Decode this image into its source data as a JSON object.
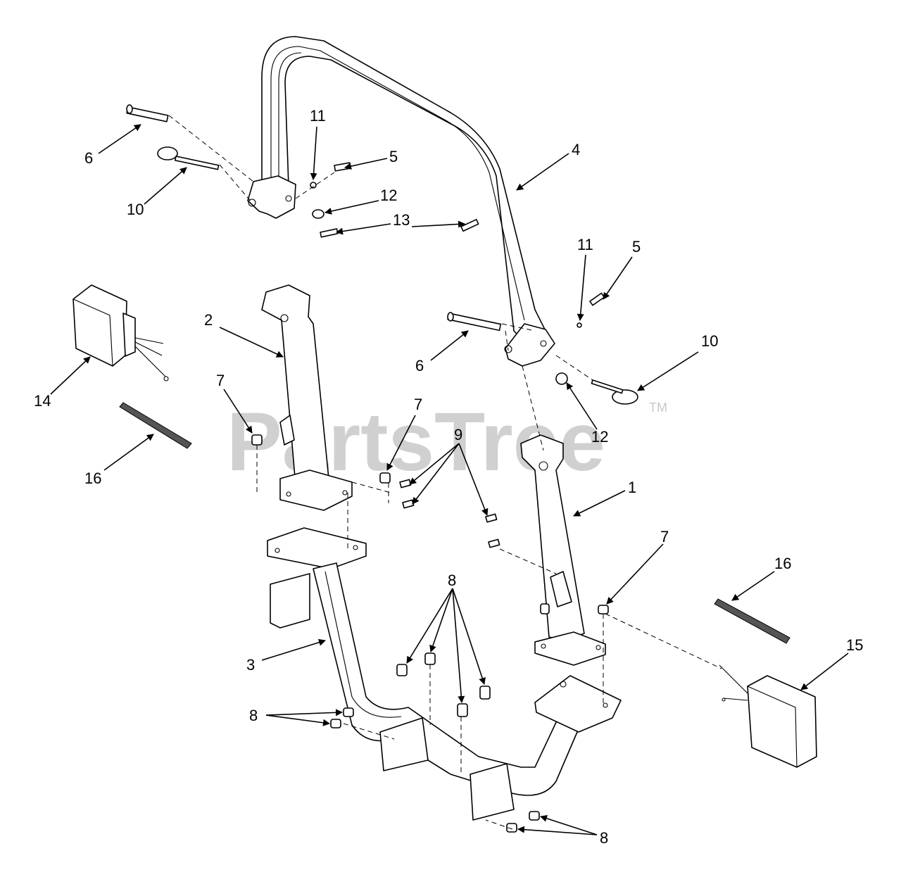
{
  "diagram": {
    "watermark": {
      "text": "PartsTree",
      "trademark": "TM"
    },
    "callouts": [
      {
        "id": "c1",
        "label": "1"
      },
      {
        "id": "c2",
        "label": "2"
      },
      {
        "id": "c3",
        "label": "3"
      },
      {
        "id": "c4",
        "label": "4"
      },
      {
        "id": "c5a",
        "label": "5"
      },
      {
        "id": "c5b",
        "label": "5"
      },
      {
        "id": "c6a",
        "label": "6"
      },
      {
        "id": "c6b",
        "label": "6"
      },
      {
        "id": "c7a",
        "label": "7"
      },
      {
        "id": "c7b",
        "label": "7"
      },
      {
        "id": "c7c",
        "label": "7"
      },
      {
        "id": "c8a",
        "label": "8"
      },
      {
        "id": "c8b",
        "label": "8"
      },
      {
        "id": "c8c",
        "label": "8"
      },
      {
        "id": "c9",
        "label": "9"
      },
      {
        "id": "c10a",
        "label": "10"
      },
      {
        "id": "c10b",
        "label": "10"
      },
      {
        "id": "c11a",
        "label": "11"
      },
      {
        "id": "c11b",
        "label": "11"
      },
      {
        "id": "c12a",
        "label": "12"
      },
      {
        "id": "c12b",
        "label": "12"
      },
      {
        "id": "c13",
        "label": "13"
      },
      {
        "id": "c14",
        "label": "14"
      },
      {
        "id": "c15",
        "label": "15"
      },
      {
        "id": "c16a",
        "label": "16"
      },
      {
        "id": "c16b",
        "label": "16"
      }
    ]
  }
}
